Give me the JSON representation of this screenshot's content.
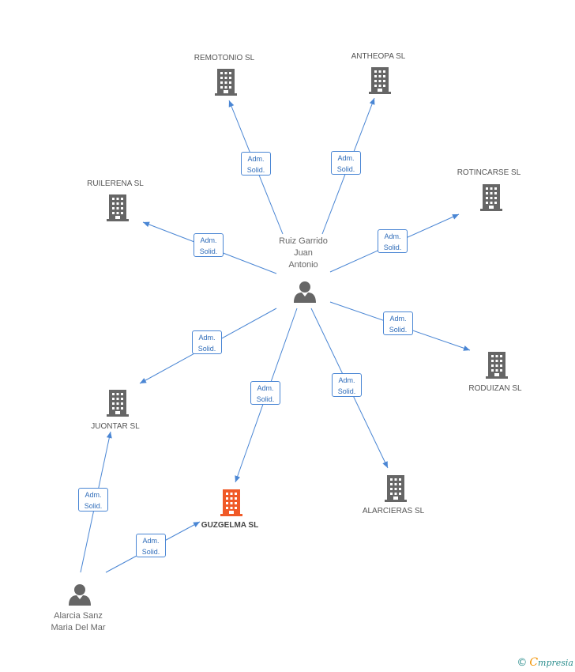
{
  "center_person": {
    "name_lines": [
      "Ruiz Garrido",
      "Juan",
      "Antonio"
    ],
    "icon": "person-icon"
  },
  "second_person": {
    "name_lines": [
      "Alarcia Sanz",
      "Maria Del Mar"
    ],
    "icon": "person-icon"
  },
  "companies": [
    {
      "id": "remotonio",
      "label": "REMOTONIO SL",
      "color": "#666666",
      "icon": "building-icon"
    },
    {
      "id": "antheopa",
      "label": "ANTHEOPA SL",
      "color": "#666666",
      "icon": "building-icon"
    },
    {
      "id": "ruilerena",
      "label": "RUILERENA SL",
      "color": "#666666",
      "icon": "building-icon"
    },
    {
      "id": "rotincarse",
      "label": "ROTINCARSE SL",
      "color": "#666666",
      "icon": "building-icon"
    },
    {
      "id": "roduizan",
      "label": "RODUIZAN SL",
      "color": "#666666",
      "icon": "building-icon"
    },
    {
      "id": "juontar",
      "label": "JUONTAR SL",
      "color": "#666666",
      "icon": "building-icon"
    },
    {
      "id": "guzgelma",
      "label": "GUZGELMA SL",
      "color": "#f05a28",
      "icon": "building-icon",
      "highlight": true
    },
    {
      "id": "alarcieras",
      "label": "ALARCIERAS SL",
      "color": "#666666",
      "icon": "building-icon"
    }
  ],
  "edge_label": [
    "Adm.",
    "Solid."
  ],
  "edges": [
    {
      "from": "center_person",
      "to": "remotonio"
    },
    {
      "from": "center_person",
      "to": "antheopa"
    },
    {
      "from": "center_person",
      "to": "ruilerena"
    },
    {
      "from": "center_person",
      "to": "rotincarse"
    },
    {
      "from": "center_person",
      "to": "roduizan"
    },
    {
      "from": "center_person",
      "to": "juontar"
    },
    {
      "from": "center_person",
      "to": "guzgelma"
    },
    {
      "from": "center_person",
      "to": "alarcieras"
    },
    {
      "from": "second_person",
      "to": "juontar"
    },
    {
      "from": "second_person",
      "to": "guzgelma"
    }
  ],
  "branding": {
    "copyright": "©",
    "initial": "C",
    "rest": "mpresia"
  }
}
